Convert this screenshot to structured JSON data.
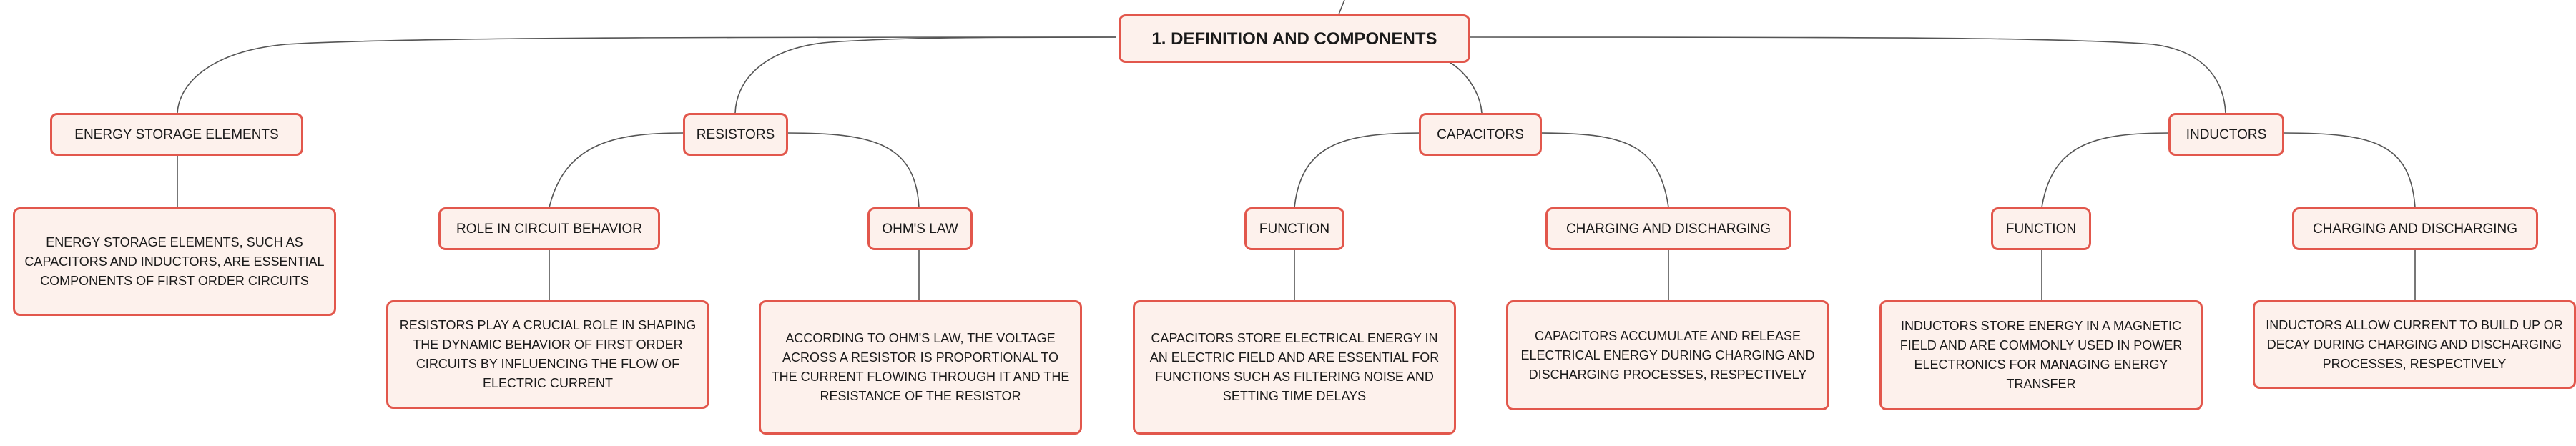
{
  "root": {
    "label": "1. DEFINITION AND COMPONENTS"
  },
  "branches": [
    {
      "label": "ENERGY STORAGE ELEMENTS",
      "detail": "ENERGY STORAGE ELEMENTS, SUCH AS CAPACITORS AND INDUCTORS, ARE ESSENTIAL COMPONENTS OF FIRST ORDER CIRCUITS"
    },
    {
      "label": "RESISTORS",
      "children": [
        {
          "label": "ROLE IN CIRCUIT BEHAVIOR",
          "detail": "RESISTORS PLAY A CRUCIAL ROLE IN SHAPING THE DYNAMIC BEHAVIOR OF FIRST ORDER CIRCUITS BY INFLUENCING THE FLOW OF ELECTRIC CURRENT"
        },
        {
          "label": "OHM'S LAW",
          "detail": "ACCORDING TO OHM'S LAW, THE VOLTAGE ACROSS A RESISTOR IS PROPORTIONAL TO THE CURRENT FLOWING THROUGH IT AND THE RESISTANCE OF THE RESISTOR"
        }
      ]
    },
    {
      "label": "CAPACITORS",
      "children": [
        {
          "label": "FUNCTION",
          "detail": "CAPACITORS STORE ELECTRICAL ENERGY IN AN ELECTRIC FIELD AND ARE ESSENTIAL FOR FUNCTIONS SUCH AS FILTERING NOISE AND SETTING TIME DELAYS"
        },
        {
          "label": "CHARGING AND DISCHARGING",
          "detail": "CAPACITORS ACCUMULATE AND RELEASE ELECTRICAL ENERGY DURING CHARGING AND DISCHARGING PROCESSES, RESPECTIVELY"
        }
      ]
    },
    {
      "label": "INDUCTORS",
      "children": [
        {
          "label": "FUNCTION",
          "detail": "INDUCTORS STORE ENERGY IN A MAGNETIC FIELD AND ARE COMMONLY USED IN POWER ELECTRONICS FOR MANAGING ENERGY TRANSFER"
        },
        {
          "label": "CHARGING AND DISCHARGING",
          "detail": "INDUCTORS ALLOW CURRENT TO BUILD UP OR DECAY DURING CHARGING AND DISCHARGING PROCESSES, RESPECTIVELY"
        }
      ]
    }
  ],
  "colors": {
    "border": "#e2574c",
    "fill": "#fdf1ec",
    "line": "#555555"
  }
}
